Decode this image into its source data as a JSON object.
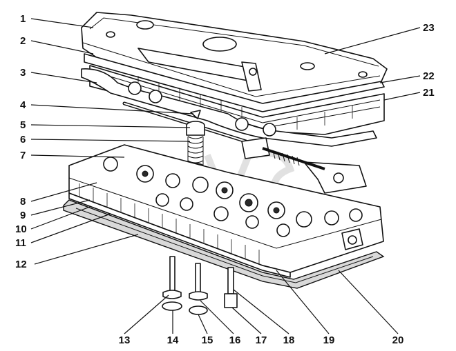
{
  "diagram": {
    "labels_left": [
      "1",
      "2",
      "3",
      "4",
      "5",
      "6",
      "7",
      "8",
      "9",
      "10",
      "11",
      "12"
    ],
    "labels_right": [
      "23",
      "22",
      "21"
    ],
    "labels_bottom": [
      "13",
      "14",
      "15",
      "16",
      "17",
      "18",
      "19",
      "20"
    ]
  }
}
